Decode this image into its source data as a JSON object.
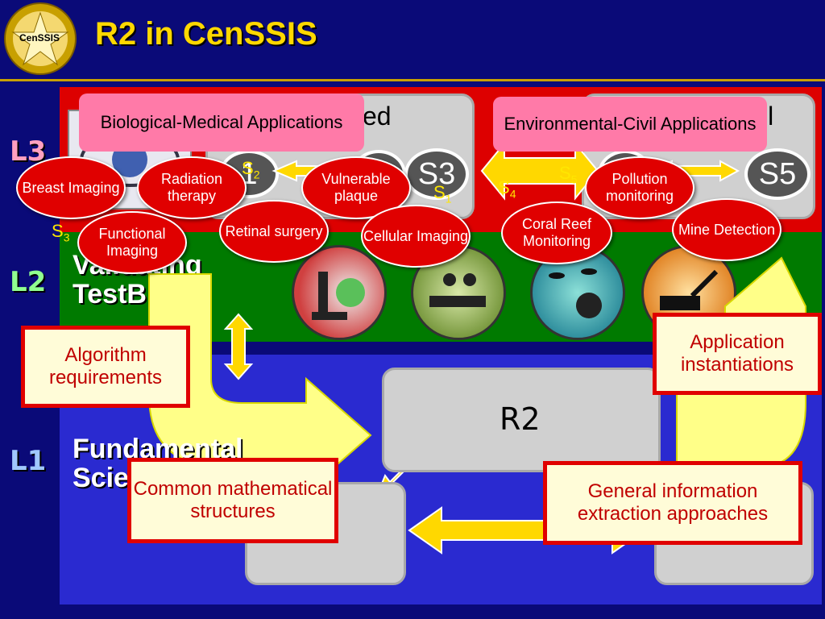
{
  "title": "R2 in CenSSIS",
  "logo": {
    "text": "CenSSIS"
  },
  "levels": {
    "l3": "L3",
    "l2": "L2",
    "l1": "L1"
  },
  "headers": {
    "bio": "Biological-Medical Applications",
    "env": "Environmental-Civil Applications"
  },
  "partial_text": {
    "bio_tail": "ed",
    "env_tail": "il"
  },
  "nodes": {
    "s1": "1",
    "s3": "S3",
    "s5": "S5"
  },
  "s_labels": {
    "s1": "S",
    "s1_sub": "1",
    "s2": "S",
    "s2_sub": "2",
    "s3": "S",
    "s3_sub": "3",
    "s4": "S",
    "s4_sub": "4",
    "s5": "S",
    "s5_sub": "5"
  },
  "applications": [
    "Breast Imaging",
    "Radiation therapy",
    "Vulnerable plaque",
    "Pollution monitoring",
    "Functional Imaging",
    "Retinal surgery",
    "Cellular Imaging",
    "Coral Reef Monitoring",
    "Mine Detection"
  ],
  "l2_text": {
    "line1": "Validating",
    "line2": "TestBEDs"
  },
  "l1_text": {
    "line1": "Fundamental",
    "line2": "Science"
  },
  "callouts": {
    "algorithm": "Algorithm requirements",
    "application": "Application instantiations",
    "common": "Common mathematical structures",
    "general": "General information extraction approaches"
  },
  "center": {
    "r2": "R2"
  },
  "colors": {
    "red_band": "#dd0000",
    "green_band": "#007a00",
    "blue_band": "#2a2ad0",
    "title": "#ffd800",
    "arrow": "#ffff88"
  }
}
